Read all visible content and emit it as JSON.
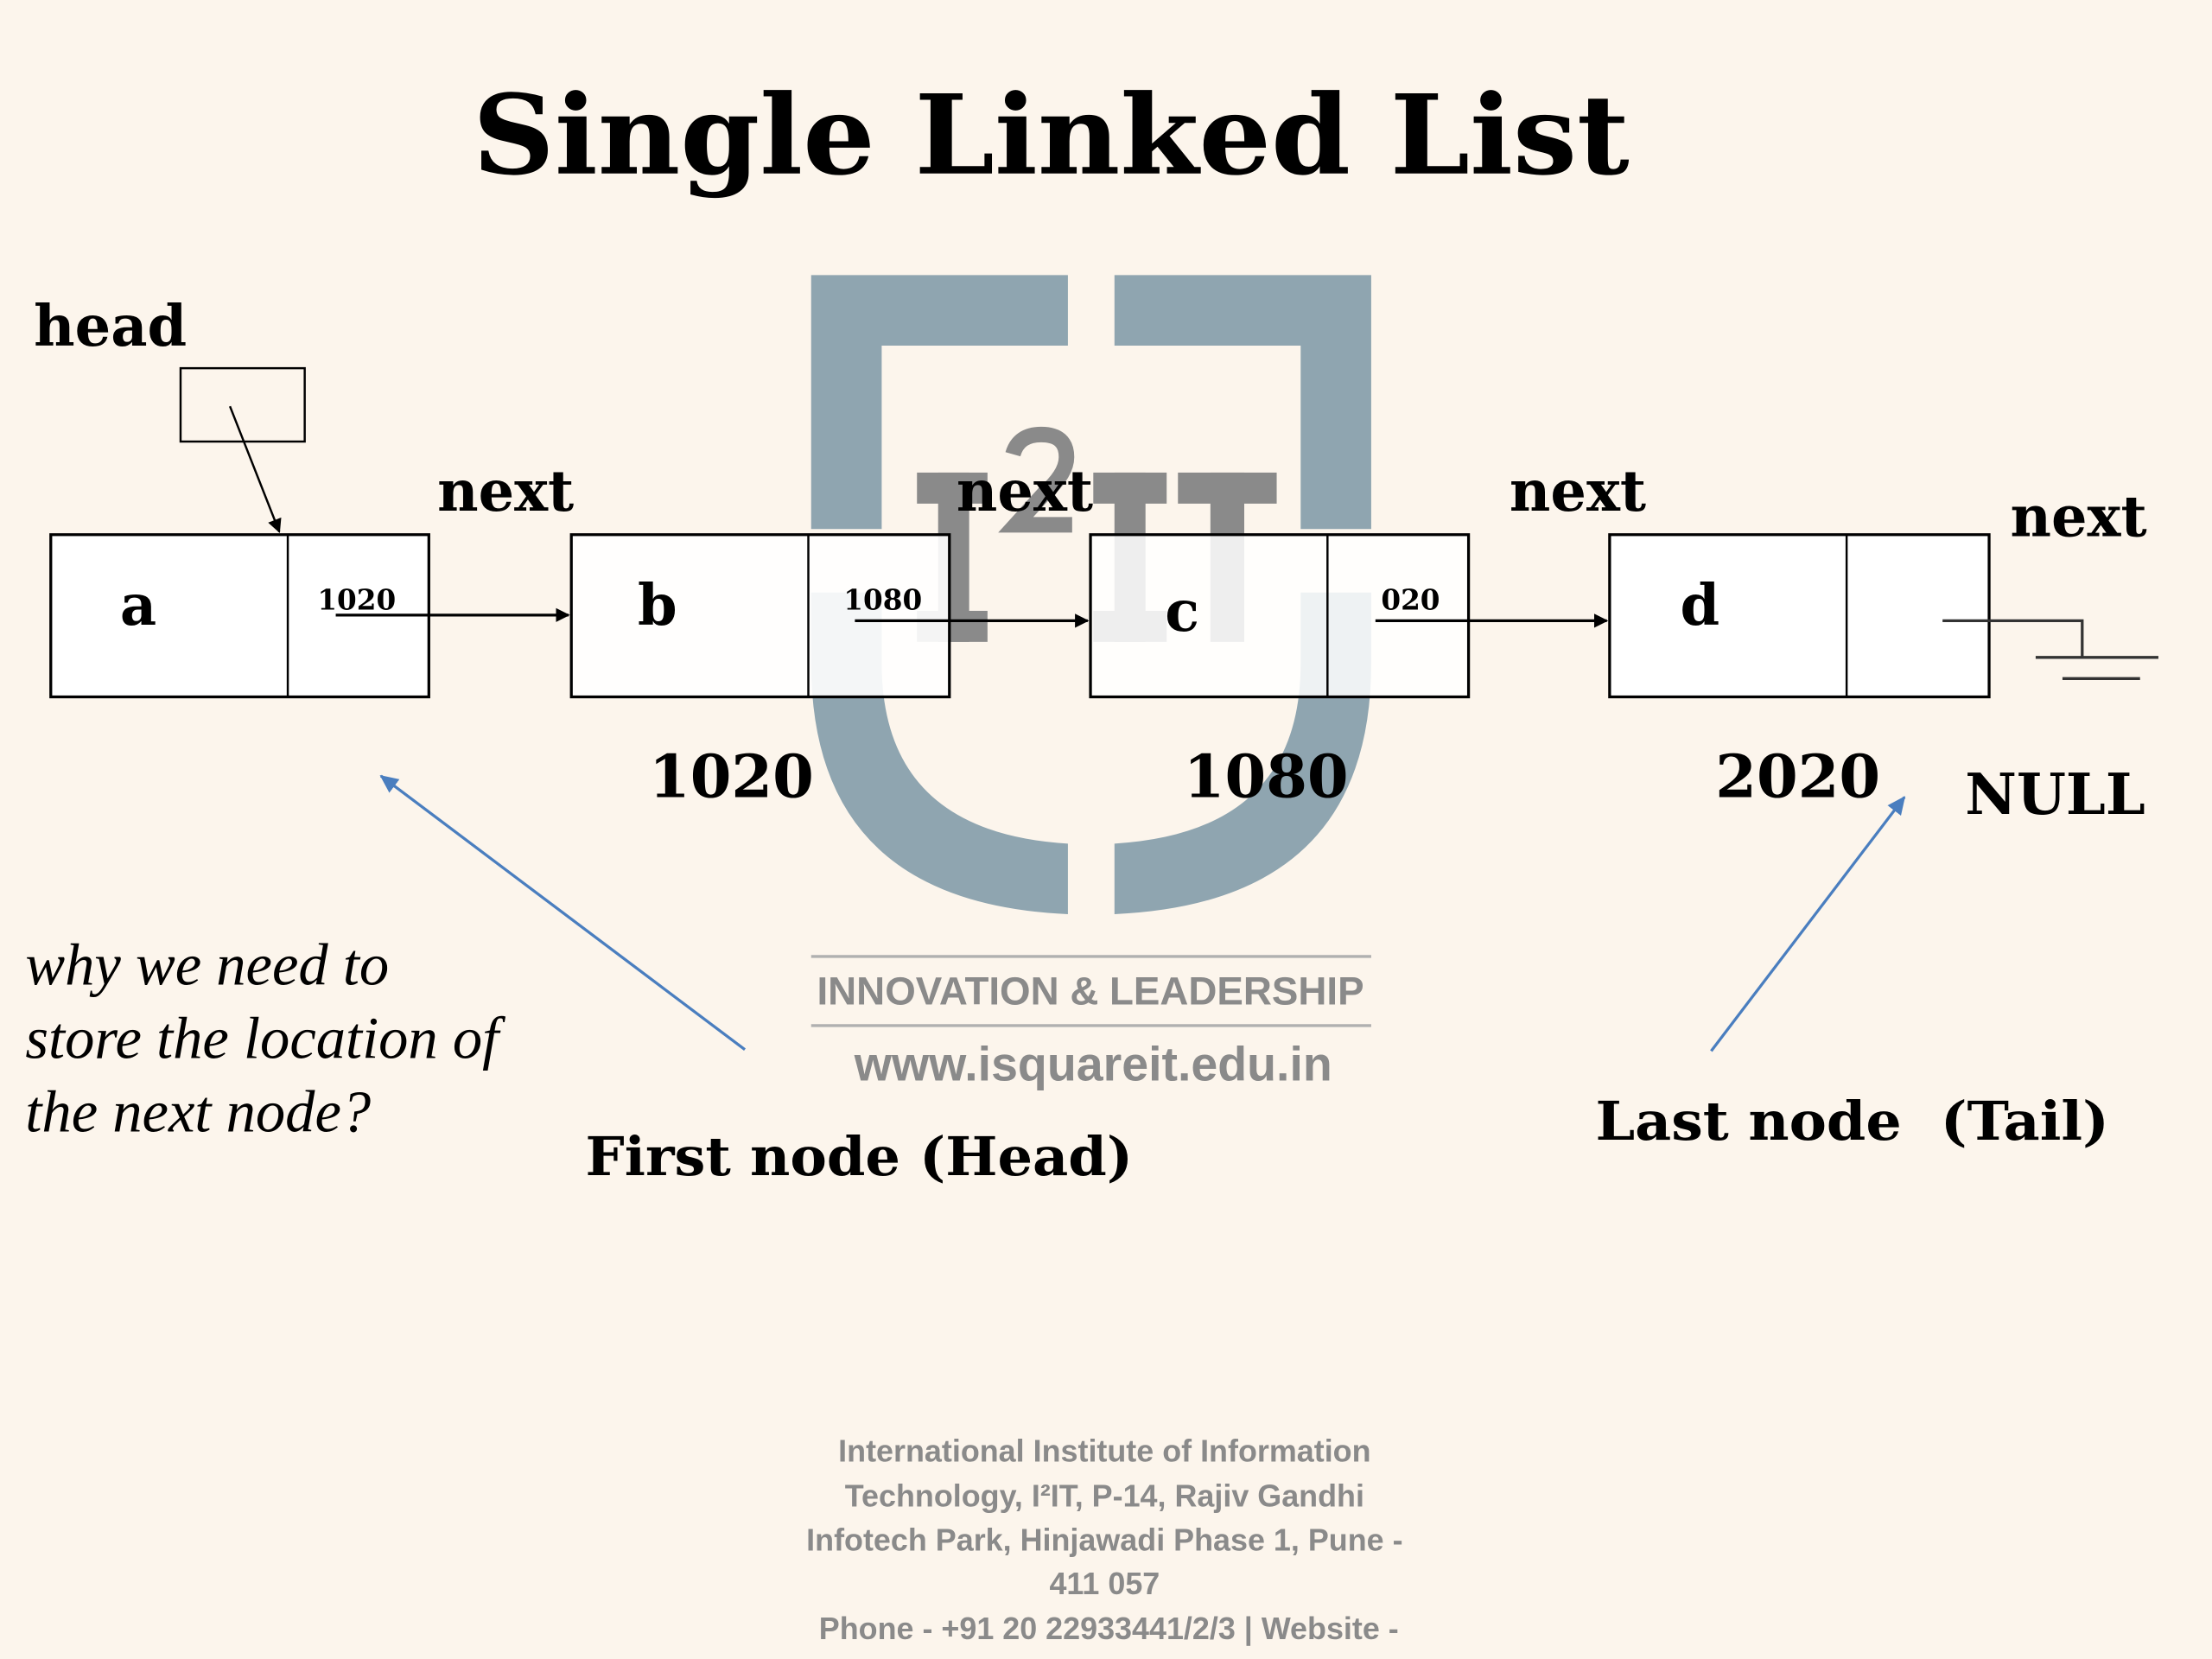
{
  "title": "Single Linked List",
  "head_label": "head",
  "nodes": [
    {
      "data": "a",
      "next_value": "1020",
      "next_label": "next",
      "address": ""
    },
    {
      "data": "b",
      "next_value": "1080",
      "next_label": "next",
      "address": "1020"
    },
    {
      "data": "c",
      "next_value": "020",
      "next_label": "next",
      "address": "1080"
    },
    {
      "data": "d",
      "next_value": "",
      "next_label": "next",
      "address": "2020"
    }
  ],
  "null_label": "NULL",
  "question": [
    "why we need to",
    "store the location of",
    "the next node?"
  ],
  "first_node_label": "First node (Head)",
  "last_node_label": "Last node  (Tail)",
  "watermark": {
    "logo_text": "I²IT",
    "tagline": "INNOVATION & LEADERSHIP",
    "website": "www.isquareit.edu.in"
  },
  "footer": [
    "International Institute of Information",
    "Technology, I²IT, P-14, Rajiv Gandhi",
    "Infotech Park, Hinjawadi Phase 1, Pune -",
    "411 057",
    "Phone - +91 20 22933441/2/3 | Website -"
  ],
  "colors": {
    "background": "#fcf5ec",
    "watermark_blue": "#8fa5b0",
    "watermark_gray": "#8a8a8a",
    "annotation_arrow": "#4a7ebf"
  }
}
